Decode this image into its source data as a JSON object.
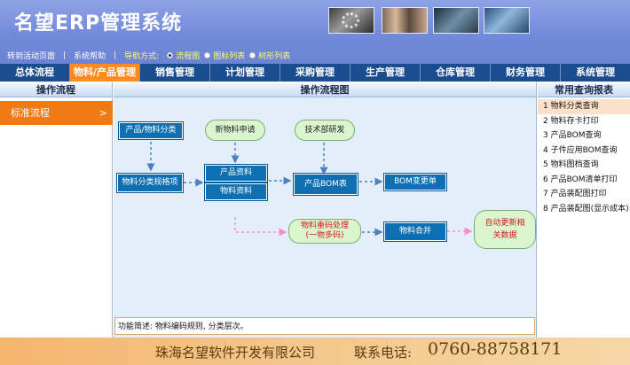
{
  "app": {
    "title": "名望ERP管理系统"
  },
  "toolbar": {
    "goto_active": "转到活动页面",
    "separator": "|",
    "help": "系统帮助",
    "nav_mode_label": "导航方式:",
    "nav_options": [
      {
        "label": "流程图",
        "selected": true
      },
      {
        "label": "图标列表",
        "selected": false
      },
      {
        "label": "树形列表",
        "selected": false
      }
    ]
  },
  "menu": {
    "items": [
      {
        "label": "总体流程",
        "active": false
      },
      {
        "label": "物料/产品管理",
        "active": true
      },
      {
        "label": "销售管理",
        "active": false
      },
      {
        "label": "计划管理",
        "active": false
      },
      {
        "label": "采购管理",
        "active": false
      },
      {
        "label": "生产管理",
        "active": false
      },
      {
        "label": "仓库管理",
        "active": false
      },
      {
        "label": "财务管理",
        "active": false
      },
      {
        "label": "系统管理",
        "active": false
      }
    ]
  },
  "left_panel": {
    "title": "操作流程",
    "items": [
      {
        "label": "标准流程",
        "chevron": ">"
      }
    ]
  },
  "center_panel": {
    "title": "操作流程图",
    "nodes": {
      "product_material_category": "产品/物料分类",
      "new_material_request": "新物料申请",
      "tech_dev": "技术部研发",
      "category_spec": "物料分类规格项",
      "product_info": "产品资料",
      "material_info": "物料资料",
      "product_bom": "产品BOM表",
      "bom_change": "BOM变更单",
      "duplicate_handling_l1": "物料重码处理",
      "duplicate_handling_l2": "(一物多码)",
      "material_merge": "物料合并",
      "auto_update_l1": "自动更新相",
      "auto_update_l2": "关数据"
    },
    "function_desc": "功能简述: 物料编码规则, 分类层次。"
  },
  "right_panel": {
    "title": "常用查询报表",
    "items": [
      {
        "index": "1",
        "label": "物料分类查询",
        "selected": true
      },
      {
        "index": "2",
        "label": "物料存卡打印",
        "selected": false
      },
      {
        "index": "3",
        "label": "产品BOM查询",
        "selected": false
      },
      {
        "index": "4",
        "label": "子件应用BOM查询",
        "selected": false
      },
      {
        "index": "5",
        "label": "物料图档查询",
        "selected": false
      },
      {
        "index": "6",
        "label": "产品BOM清单打印",
        "selected": false
      },
      {
        "index": "7",
        "label": "产品装配图打印",
        "selected": false
      },
      {
        "index": "8",
        "label": "产品装配图(显示成本)",
        "selected": false
      }
    ]
  },
  "footer": {
    "company": "珠海名望软件开发有限公司",
    "phone_label": "联系电话:",
    "phone": "0760-88758171"
  },
  "colors": {
    "header_blue": "#7088d8",
    "menu_blue": "#1a4c90",
    "active_orange": "#ff8a1e",
    "flow_rect": "#0f6fb0",
    "flow_pill": "#dbf6cf",
    "arrow_blue": "#4f7fc0",
    "arrow_pink": "#ff8ad0"
  }
}
